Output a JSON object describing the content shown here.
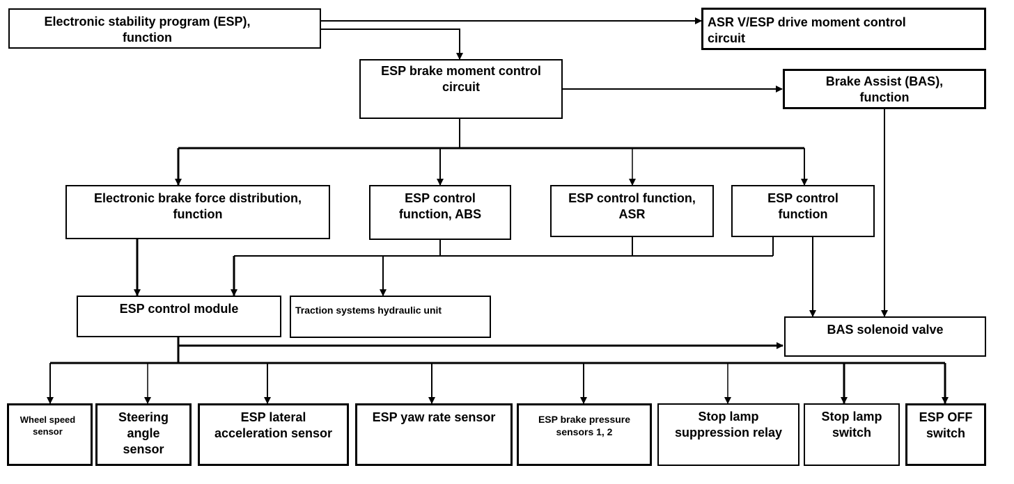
{
  "diagram": {
    "boxes": {
      "esp_function": "Electronic stability program (ESP),\nfunction",
      "asr_drive_moment": "ASR V/ESP drive moment control\ncircuit",
      "brake_moment": "ESP brake moment control\ncircuit",
      "bas_function": "Brake Assist (BAS),\nfunction",
      "ebd": "Electronic brake force distribution,\nfunction",
      "esp_abs": "ESP control\nfunction, ABS",
      "esp_asr": "ESP control function,\nASR",
      "esp_control": "ESP control\nfunction",
      "control_module": "ESP control module",
      "hydraulic_unit": "Traction systems hydraulic unit",
      "bas_valve": "BAS solenoid valve",
      "wheel_speed": "Wheel speed\nsensor",
      "steering_angle": "Steering\nangle\nsensor",
      "lateral_accel": "ESP lateral\nacceleration sensor",
      "yaw_rate": "ESP yaw rate sensor",
      "brake_pressure": "ESP brake pressure\nsensors 1, 2",
      "stop_lamp_relay": "Stop lamp\nsuppression relay",
      "stop_lamp_switch": "Stop lamp\nswitch",
      "esp_off": "ESP OFF\nswitch"
    },
    "line_color": "#000000"
  }
}
